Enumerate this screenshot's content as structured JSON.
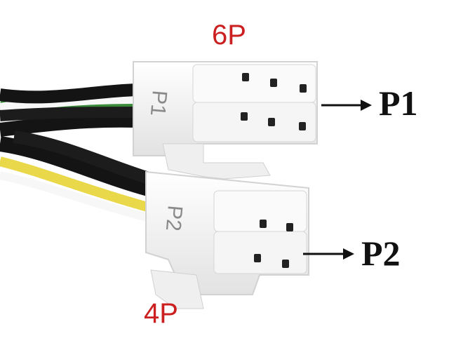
{
  "labels": {
    "top_pin_count": "6P",
    "bottom_pin_count": "4P",
    "top_connector": "P1",
    "bottom_connector": "P2",
    "molded_top": "P1",
    "molded_bottom": "P2"
  },
  "colors": {
    "pin_count_text": "#cc1f1f",
    "connector_body": "#f1f1f1",
    "wire_black": "#141414",
    "wire_yellow": "#e9d84a",
    "wire_green": "#3a8a3a",
    "wire_white": "#f7f7f7"
  }
}
